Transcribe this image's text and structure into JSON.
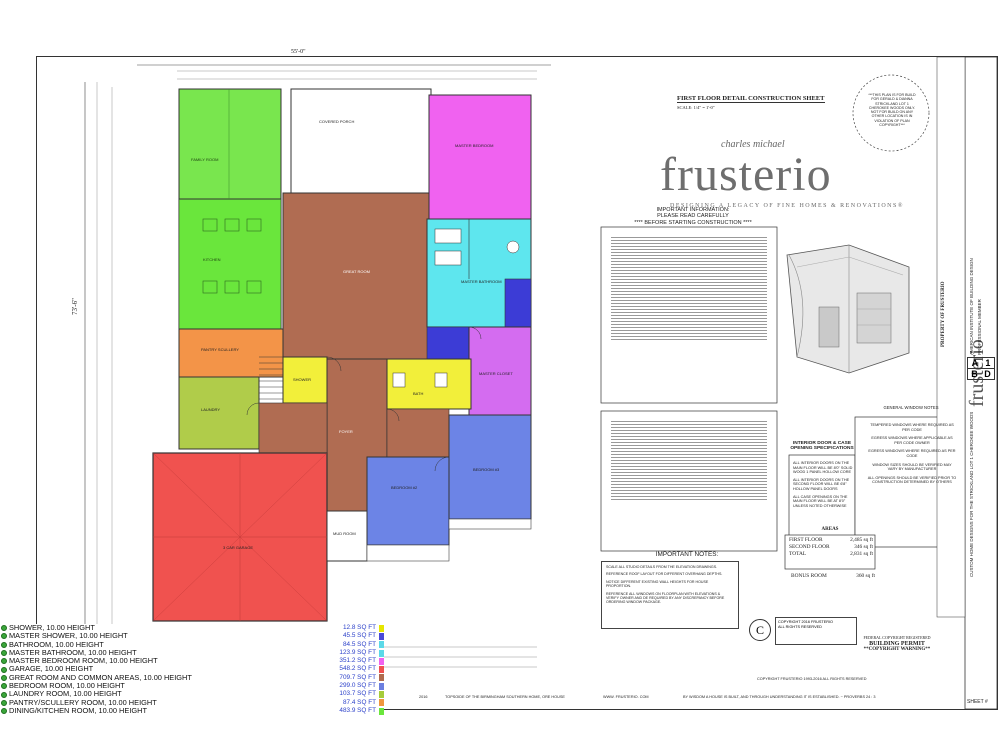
{
  "sheet": {
    "overall_width": "55'-0\"",
    "overall_depth": "73'-6\"",
    "sheet_title": "FIRST FLOOR DETAIL CONSTRUCTION SHEET",
    "scale": "SCALE: 1/4\" = 1'-0\""
  },
  "brand": {
    "pre": "charles michael",
    "name": "frusterio",
    "tagline": "DESIGNING A LEGACY OF FINE HOMES & RENOVATIONS®"
  },
  "stamp_circle": "***THIS PLAN IS FOR BUILD FOR GERALD & DIANNA STRICKLAND LOT 1 CHEROKEE WOODS ONLY. NOT FOR BUILD ON ANY OTHER LOCATION IS IN VIOLATION OF PLAN COPYRIGHT***",
  "important_info": {
    "title_1": "IMPORTANT INFORMATION:",
    "title_2": "PLEASE READ CAREFULLY",
    "title_3": "**** BEFORE STARTING CONSTRUCTION ****"
  },
  "door_specs": {
    "title": "INTERIOR DOOR & CASE OPENING SPECIFICATIONS",
    "lines": [
      "ALL INTERIOR DOORS ON THE MAIN FLOOR WILL BE 8'0\" SOLID WOOD 1 PANEL HOLLOW CORE",
      "ALL INTERIOR DOORS ON THE SECOND FLOOR WILL BE 6'8\" HOLLOW PANEL DOORS",
      "ALL CASE OPENINGS ON THE MAIN FLOOR WILL BE AT 8'0\" UNLESS NOTED OTHERWISE"
    ]
  },
  "window_notes": {
    "title": "GENERAL WINDOW NOTES",
    "lines": [
      "TEMPERED WINDOWS WHERE REQUIRED AS PER CODE",
      "EGRESS WINDOWS WHERE APPLICABLE AS PER CODE OWNER",
      "EGRESS WINDOWS WHERE REQUIRED AS PER CODE",
      "WINDOW SIZES SHOULD BE VERIFIED MAY VARY BY MANUFACTURER",
      "ALL OPENINGS SHOULD BE VERIFIED PRIOR TO CONSTRUCTION DETERMINED BY OTHERS"
    ]
  },
  "areas": {
    "title": "AREAS",
    "rows": [
      {
        "label": "FIRST FLOOR",
        "value": "2,485 sq ft"
      },
      {
        "label": "SECOND FLOOR",
        "value": "346 sq ft"
      },
      {
        "label": "TOTAL",
        "value": "2,831 sq ft"
      }
    ],
    "bonus_label": "BONUS ROOM",
    "bonus_value": "360 sq ft"
  },
  "important_notes": {
    "title": "IMPORTANT NOTES:",
    "lines": [
      "SCALE ALL STUDIO DETAILS FROM THE ELEVATION DRAWINGS.",
      "REFERENCE ROOF LAYOUT FOR DIFFERENT OVERHANG DEPTHS.",
      "NOTICE DIFFERENT EXISTING WALL HEIGHTS FOR HOUSE PROPORTION.",
      "REFERENCE ALL WINDOWS ON FLOORPLAN WITH ELEVATIONS & VERIFY OWNER AND DE REQUIRED BY ANY DISCREPANCY BEFORE ORDERING WINDOW PACKAGE."
    ]
  },
  "copyright": {
    "symbol": "C",
    "box_lines": [
      "COPYRIGHT 2016 FRUSTERIO",
      "ALL RIGHTS RESERVED"
    ],
    "footer_note": "COPYRIGHT FRUSTERIO 1993-2016 ALL RIGHTS RESERVED"
  },
  "permit": {
    "line1": "FEDERAL COPYRIGHT REGISTERED",
    "line2": "BUILDING PERMIT",
    "line3": "**COPYRIGHT WARNING**"
  },
  "bottom_strip": {
    "text1": "TOPSOIDE OF THE BIRMINGHAM SOUTHERN HOME, ORE HOUSE",
    "text2": "WWW. FRUSTERIO. COM",
    "text3": "BY WISDOM A HOUSE IS BUILT, AND THROUGH UNDERSTANDING IT IS ESTABLISHED. ~ PROVERBS 24 : 3",
    "year": "2016"
  },
  "titleblock": {
    "sheet_letter_a": "A",
    "sheet_num": "1",
    "sheet_letter_b": "B",
    "sheet_sub": "D",
    "professional_member": "PROFESSIONAL MEMBER",
    "aibd": "AMERICAN INSTITUTE OF BUILDING DESIGN",
    "brand_vertical": "frusterio",
    "property_of": "PROPERTY OF FRUSTERIO",
    "custom_homes": "CUSTOM HOME DESIGNS FOR THE STRICKLAND LOT 1 CHEROKEE WOODS",
    "sheet_label": "SHEET #"
  },
  "rooms": {
    "family_room": "FAMILY ROOM",
    "covered_porch": "COVERED PORCH",
    "master_bedroom": "MASTER BEDROOM",
    "kitchen": "KITCHEN",
    "great_room": "GREAT ROOM",
    "master_bathroom": "MASTER BATHROOM",
    "pantry_scullery": "PANTRY SCULLERY",
    "laundry": "LAUNDRY",
    "shower": "SHOWER",
    "bathroom": "BATH",
    "master_closet": "MASTER CLOSET",
    "foyer": "FOYER",
    "bedroom_2": "BEDROOM #2",
    "bedroom_3": "BEDROOM #3",
    "garage": "3 CAR GARAGE",
    "mud_room": "MUD ROOM"
  },
  "legend": [
    {
      "label": "SHOWER, 10.00 HEIGHT",
      "area": "12.8 SQ FT",
      "color": "#e6e600"
    },
    {
      "label": "MASTER SHOWER, 10.00 HEIGHT",
      "area": "45.5 SQ FT",
      "color": "#4a4ad9"
    },
    {
      "label": "BATHROOM, 10.00 HEIGHT",
      "area": "84.5 SQ FT",
      "color": "#5bd9e8"
    },
    {
      "label": "MASTER BATHROOM, 10.00 HEIGHT",
      "area": "123.9 SQ FT",
      "color": "#5bd9e8"
    },
    {
      "label": "MASTER BEDROOM ROOM, 10.00 HEIGHT",
      "area": "351.2 SQ FT",
      "color": "#f062f0"
    },
    {
      "label": "GARAGE, 10.00 HEIGHT",
      "area": "548.2 SQ FT",
      "color": "#f05050"
    },
    {
      "label": "GREAT ROOM AND COMMON AREAS, 10.00 HEIGHT",
      "area": "709.7 SQ FT",
      "color": "#b06a4e"
    },
    {
      "label": "BEDROOM ROOM, 10.00 HEIGHT",
      "area": "299.0 SQ FT",
      "color": "#6c7fe0"
    },
    {
      "label": "LAUNDRY ROOM, 10.00 HEIGHT",
      "area": "103.7 SQ FT",
      "color": "#a6cc3a"
    },
    {
      "label": "PANTRY/SCULLERY ROOM, 10.00 HEIGHT",
      "area": "87.4 SQ FT",
      "color": "#f0963e"
    },
    {
      "label": "DINING/KITCHEN ROOM, 10.00 HEIGHT",
      "area": "483.9 SQ FT",
      "color": "#6ae63c"
    }
  ],
  "colors": {
    "family_green": "#79e64e",
    "great_brown": "#b06c52",
    "master_magenta": "#f062f0",
    "bath_cyan": "#5ee6ee",
    "garage_red": "#f0524f",
    "bedroom_blue": "#6c84e6",
    "laundry_olive": "#b0cc4a",
    "pantry_orange": "#f39448",
    "shower_yellow": "#f2ef3a",
    "closet_violet": "#d46cf0",
    "shower_blue": "#3c3cd6"
  }
}
